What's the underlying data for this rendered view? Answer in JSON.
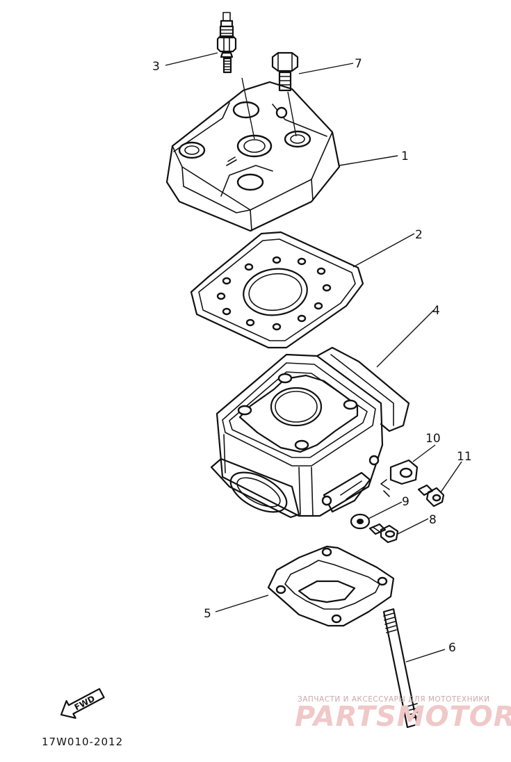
{
  "callouts": [
    {
      "id": "1",
      "text": "1"
    },
    {
      "id": "2",
      "text": "2"
    },
    {
      "id": "3",
      "text": "3"
    },
    {
      "id": "4",
      "text": "4"
    },
    {
      "id": "5",
      "text": "5"
    },
    {
      "id": "6",
      "text": "6"
    },
    {
      "id": "7",
      "text": "7"
    },
    {
      "id": "8",
      "text": "8"
    },
    {
      "id": "9",
      "text": "9"
    },
    {
      "id": "10",
      "text": "10"
    },
    {
      "id": "11",
      "text": "11"
    }
  ],
  "fwd_label": "FWD",
  "drawing_code": "17W010-2012",
  "watermark": {
    "top_text": "ЗАПЧАСТИ И АКСЕССУАРЫ ДЛЯ МОТОТЕХНИКИ",
    "main_text": "PARTSMOTOR.RU"
  },
  "colors": {
    "line": "#111111",
    "background": "#ffffff",
    "watermark": "#f0c8c8"
  }
}
